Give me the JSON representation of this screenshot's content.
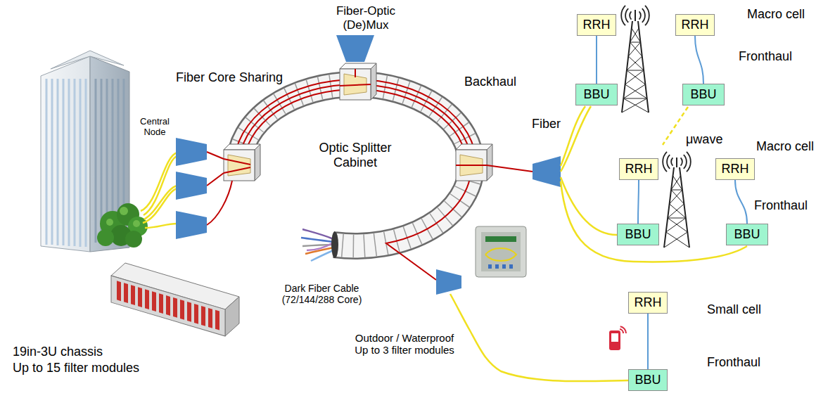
{
  "diagram": {
    "nodes": [
      {
        "text": [
          "RRH"
        ]
      },
      {
        "text": [
          "RRH"
        ]
      },
      {
        "text": [
          "BBU"
        ]
      },
      {
        "text": [
          "BBU"
        ]
      },
      {
        "text": [
          "RRH"
        ]
      },
      {
        "text": [
          "RRH"
        ]
      },
      {
        "text": [
          "BBU"
        ]
      },
      {
        "text": [
          "BBU"
        ]
      },
      {
        "text": [
          "RRH"
        ]
      },
      {
        "text": [
          "BBU"
        ]
      }
    ],
    "edges": [
      {
        "from": 0,
        "to": 2,
        "arrow": "none"
      },
      {
        "from": 1,
        "to": 3,
        "arrow": "none"
      },
      {
        "from": 4,
        "to": 6,
        "arrow": "none"
      },
      {
        "from": 5,
        "to": 7,
        "arrow": "none"
      },
      {
        "from": 8,
        "to": 9,
        "arrow": "none"
      }
    ],
    "labels": [
      "Fiber-Optic (De)Mux",
      "Fiber Core Sharing",
      "Backhaul",
      "Macro cell",
      "Fronthaul",
      "Central Node",
      "Fiber",
      "Optic Splitter Cabinet",
      "μwave",
      "Macro cell",
      "Fronthaul",
      "Dark Fiber Cable (72/144/288 Core)",
      "Small cell",
      "Outdoor / Waterproof Up to 3 filter modules",
      "Fronthaul",
      "19in-3U chassis",
      "Up to 15 filter modules"
    ]
  }
}
